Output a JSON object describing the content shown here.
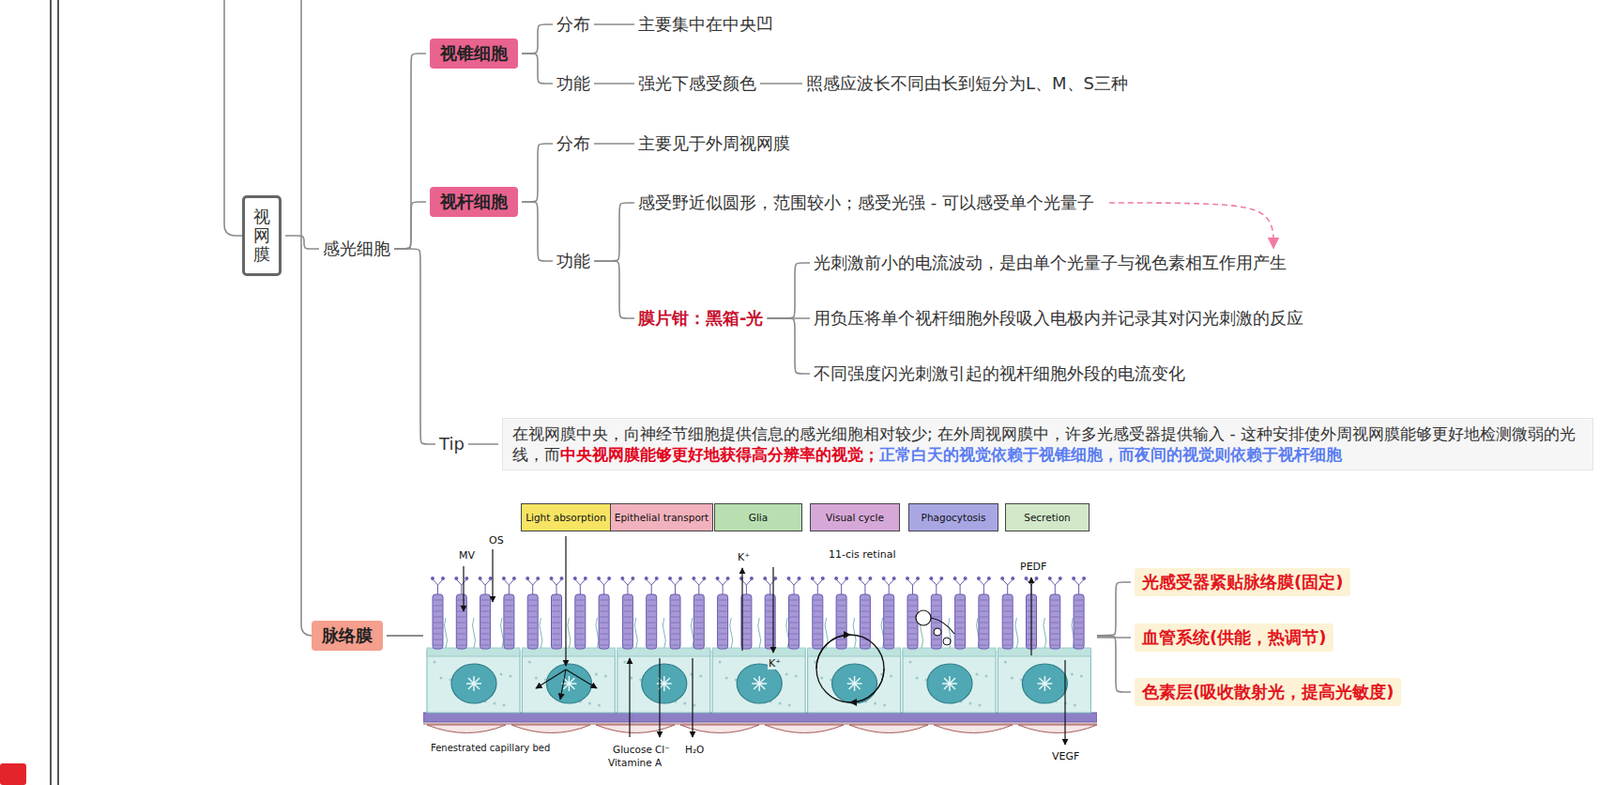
{
  "diagram": {
    "nodes": [
      {
        "text": [
          "视网膜"
        ]
      },
      {
        "text": [
          "感光细胞"
        ]
      },
      {
        "text": [
          "视锥细胞"
        ]
      },
      {
        "text": [
          "分布"
        ]
      },
      {
        "text": [
          "主要集中在中央凹"
        ]
      },
      {
        "text": [
          "功能"
        ]
      },
      {
        "text": [
          "强光下感受颜色"
        ]
      },
      {
        "text": [
          "照感应波长不同由长到短分为L、M、S三种"
        ]
      },
      {
        "text": [
          "视杆细胞"
        ]
      },
      {
        "text": [
          "分布"
        ]
      },
      {
        "text": [
          "主要见于外周视网膜"
        ]
      },
      {
        "text": [
          "功能"
        ]
      },
      {
        "text": [
          "感受野近似圆形，范围较小；感受光强 - 可以感受单个光量子"
        ]
      },
      {
        "text": [
          "膜片钳：黑箱-光"
        ]
      },
      {
        "text": [
          "光刺激前小的电流波动，是由单个光量子与视色素相互作用产生"
        ]
      },
      {
        "text": [
          "用负压将单个视杆细胞外段吸入电极内并记录其对闪光刺激的反应"
        ]
      },
      {
        "text": [
          "不同强度闪光刺激引起的视杆细胞外段的电流变化"
        ]
      },
      {
        "text": [
          "Tip"
        ]
      },
      {
        "text": [
          "在视网膜中央，向神经节细胞提供信息的感光细胞相对较少; 在外周视网膜中，许多光感受器提供输入 - 这种安排使外周视网膜能够更好地检测微弱的光线，而",
          "中央视网膜能够更好地获得高分辨率的视觉；",
          "正常白天的视觉依赖于视锥细胞，而夜间的视觉则依赖于视杆细胞"
        ]
      },
      {
        "text": [
          "脉络膜"
        ]
      },
      {
        "text": [
          "Light absorption"
        ]
      },
      {
        "text": [
          "Epithelial transport"
        ]
      },
      {
        "text": [
          "Glia"
        ]
      },
      {
        "text": [
          "Visual cycle"
        ]
      },
      {
        "text": [
          "Phagocytosis"
        ]
      },
      {
        "text": [
          "Secretion"
        ]
      },
      {
        "text": [
          "光感受器紧贴脉络膜(固定)"
        ]
      },
      {
        "text": [
          "血管系统(供能，热调节)"
        ]
      },
      {
        "text": [
          "色素层(吸收散射光，提高光敏度)"
        ]
      }
    ],
    "edges": [
      {
        "from": 0,
        "to": 1,
        "arrow": "none"
      },
      {
        "from": 1,
        "to": 2,
        "arrow": "none"
      },
      {
        "from": 2,
        "to": 3,
        "arrow": "none"
      },
      {
        "from": 3,
        "to": 4,
        "arrow": "none"
      },
      {
        "from": 2,
        "to": 5,
        "arrow": "none"
      },
      {
        "from": 5,
        "to": 6,
        "arrow": "none"
      },
      {
        "from": 6,
        "to": 7,
        "arrow": "none"
      },
      {
        "from": 1,
        "to": 8,
        "arrow": "none"
      },
      {
        "from": 8,
        "to": 9,
        "arrow": "none"
      },
      {
        "from": 9,
        "to": 10,
        "arrow": "none"
      },
      {
        "from": 8,
        "to": 11,
        "arrow": "none"
      },
      {
        "from": 11,
        "to": 12,
        "arrow": "none"
      },
      {
        "from": 11,
        "to": 13,
        "arrow": "none"
      },
      {
        "from": 13,
        "to": 14,
        "arrow": "none"
      },
      {
        "from": 13,
        "to": 15,
        "arrow": "none"
      },
      {
        "from": 13,
        "to": 16,
        "arrow": "none"
      },
      {
        "from": 12,
        "to": 14,
        "arrow": "to"
      },
      {
        "from": 1,
        "to": 17,
        "arrow": "none"
      },
      {
        "from": 17,
        "to": 18,
        "arrow": "none"
      },
      {
        "from": 19,
        "to": 26,
        "arrow": "none"
      },
      {
        "from": 19,
        "to": 27,
        "arrow": "none"
      },
      {
        "from": 19,
        "to": 28,
        "arrow": "none"
      }
    ],
    "labels": [
      "MV",
      "OS",
      "K⁺",
      "11-cis retinal",
      "PEDF",
      "K⁺",
      "Fenestrated capillary bed",
      "Glucose",
      "Cl⁻",
      "H₂O",
      "Vitamine A",
      "VEGF"
    ]
  }
}
